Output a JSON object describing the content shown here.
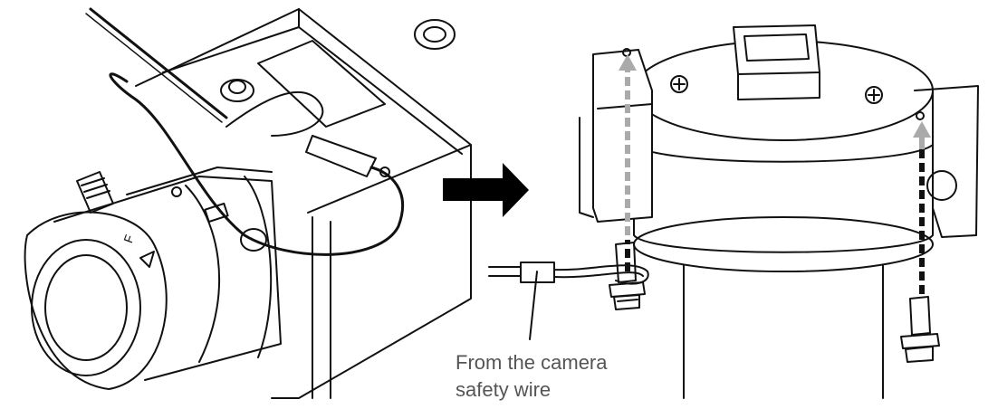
{
  "caption": {
    "line1": "From the camera",
    "line2": "safety wire"
  },
  "lens_marking": "F",
  "colors": {
    "line": "#111111",
    "arrow": "#000000",
    "guide_arrow": "#aaaaaa",
    "caption_text": "#555555"
  },
  "icons": [
    "right-arrow-icon",
    "up-arrow-icon"
  ]
}
